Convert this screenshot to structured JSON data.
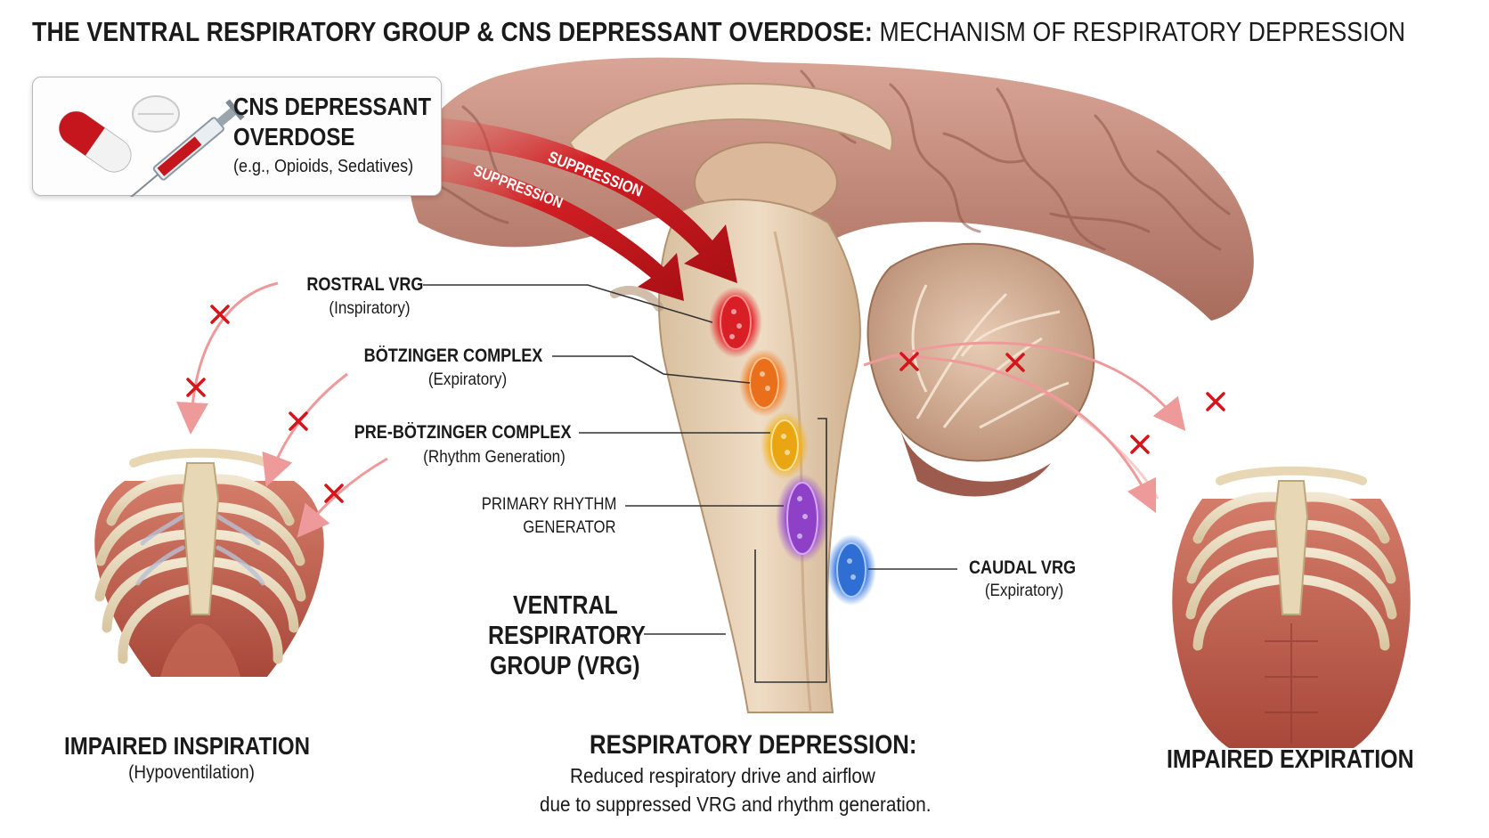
{
  "title": {
    "bold": "THE VENTRAL RESPIRATORY GROUP & CNS DEPRESSANT OVERDOSE:",
    "light": "MECHANISM OF RESPIRATORY DEPRESSION"
  },
  "drug_box": {
    "line1": "CNS DEPRESSANT",
    "line2": "OVERDOSE",
    "sub": "(e.g., Opioids, Sedatives)"
  },
  "arrows": {
    "upper": "SUPPRESSION",
    "lower": "SUPPRESSION"
  },
  "labels": {
    "rostral_vrg": {
      "name": "ROSTRAL VRG",
      "sub": "(Inspiratory)"
    },
    "botzinger": {
      "name": "BÖTZINGER COMPLEX",
      "sub": "(Expiratory)"
    },
    "pre_botzinger": {
      "name": "PRE-BÖTZINGER COMPLEX",
      "sub": "(Rhythm Generation)"
    },
    "primary_rhythm": {
      "line1": "PRIMARY RHYTHM",
      "line2": "GENERATOR"
    },
    "caudal_vrg": {
      "name": "CAUDAL VRG",
      "sub": "(Expiratory)"
    },
    "vrg_group": {
      "line1": "VENTRAL",
      "line2": "RESPIRATORY",
      "line3": "GROUP (VRG)"
    }
  },
  "inspiration": {
    "title": "IMPAIRED INSPIRATION",
    "sub": "(Hypoventilation)"
  },
  "expiration": {
    "title": "IMPAIRED EXPIRATION"
  },
  "depression": {
    "title": "RESPIRATORY DEPRESSION:",
    "line1": "Reduced respiratory drive and airflow",
    "line2": "due to suppressed VRG and rhythm generation."
  },
  "colors": {
    "suppression_red": "#c4161c",
    "blocked_x": "#d7141a",
    "rostral": "#e3262a",
    "botzinger": "#f07a22",
    "pre_botzinger": "#f2b21c",
    "primary_rhythm": "#9a4fd1",
    "caudal": "#3a7be0",
    "brain": "#c98f7e",
    "brainstem": "#e8d2b6"
  }
}
